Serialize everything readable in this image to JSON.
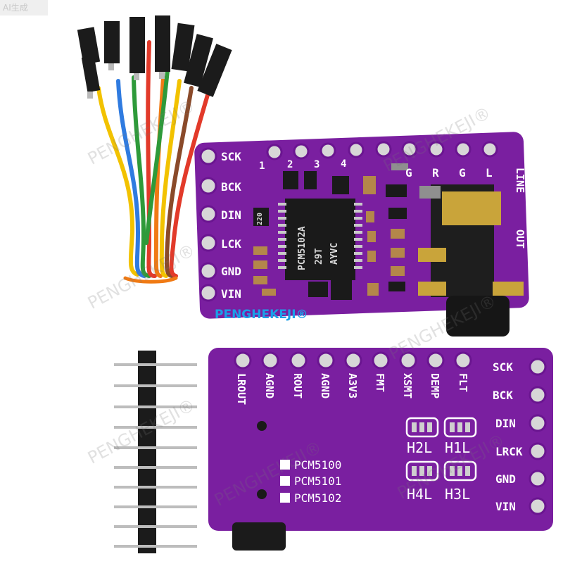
{
  "corner_tag": "AI生成",
  "watermark_text": "PENGHEKEJI®",
  "brand_caption": "PENGHEKEJI®",
  "top_board": {
    "left_pins": [
      "SCK",
      "BCK",
      "DIN",
      "LCK",
      "GND",
      "VIN"
    ],
    "top_numbers": [
      "1",
      "2",
      "3",
      "4"
    ],
    "top_letters": [
      "G",
      "R",
      "G",
      "L"
    ],
    "side_text_top": "LINE",
    "side_text_bottom": "OUT",
    "chip_line1": "PCM5102A",
    "chip_line2": "29T",
    "chip_line3": "AYVC",
    "resistor_code": "220"
  },
  "bottom_board": {
    "top_labels": [
      "LROUT",
      "AGND",
      "ROUT",
      "AGND",
      "A3V3",
      "FMT",
      "XSMT",
      "DEMP",
      "FLT"
    ],
    "right_pins": [
      "SCK",
      "BCK",
      "DIN",
      "LRCK",
      "GND",
      "VIN"
    ],
    "options": [
      "PCM5100",
      "PCM5101",
      "PCM5102"
    ],
    "jumpers": [
      "H2L",
      "H1L",
      "H4L",
      "H3L"
    ]
  },
  "colors": {
    "pcb": "#7a1fa0",
    "pcb_dark": "#5d1680",
    "brand": "#1aa0e8",
    "wires": [
      "#f2c200",
      "#2f7be0",
      "#2e9a3a",
      "#e23a2a",
      "#f07a14",
      "#8a4a2a",
      "#e23a2a",
      "#2e9a3a"
    ]
  }
}
